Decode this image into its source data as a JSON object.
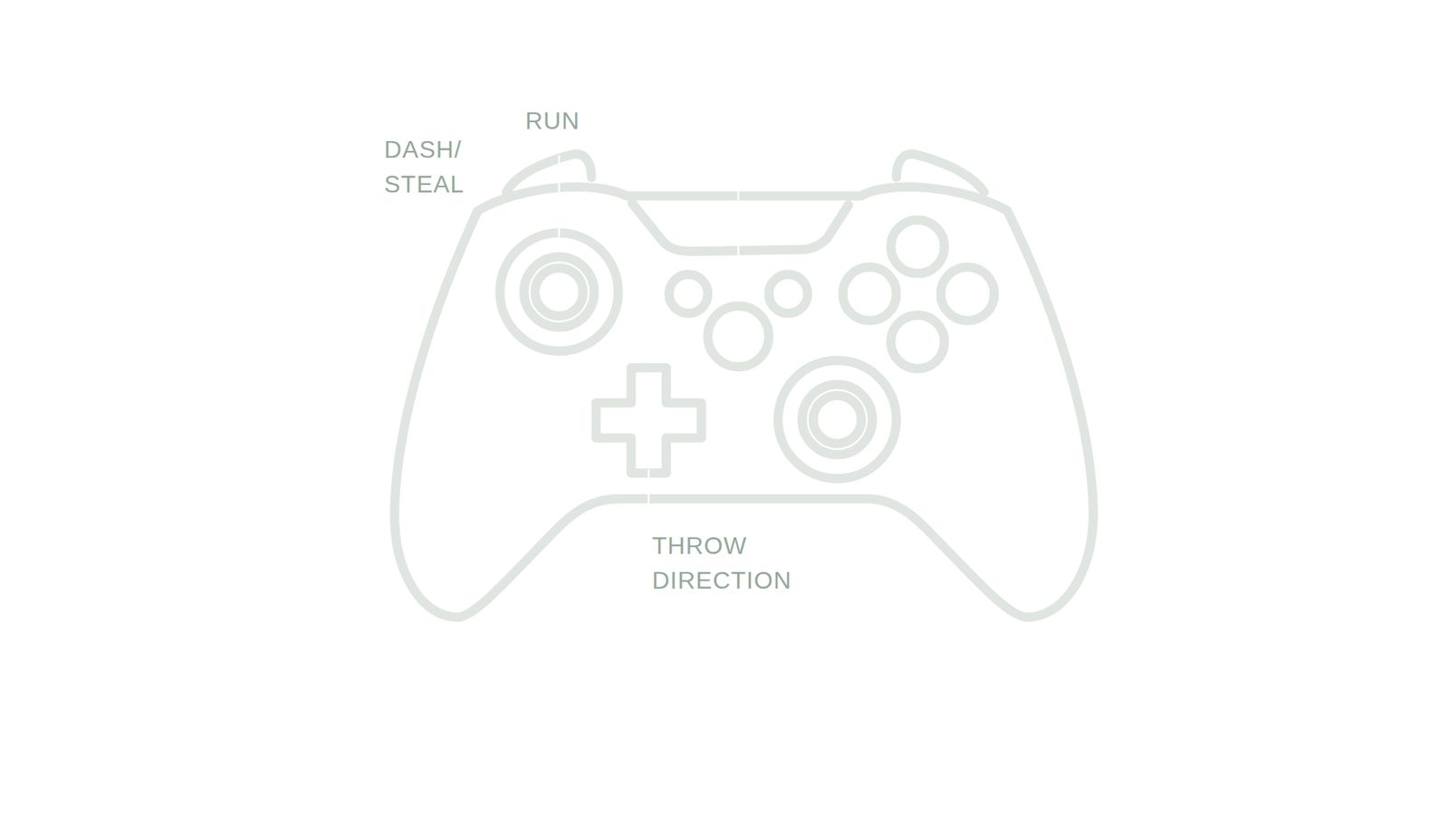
{
  "diagram": {
    "labels": [
      "RUN",
      "DASH/ STEAL",
      "THROW DIRECTION"
    ]
  }
}
